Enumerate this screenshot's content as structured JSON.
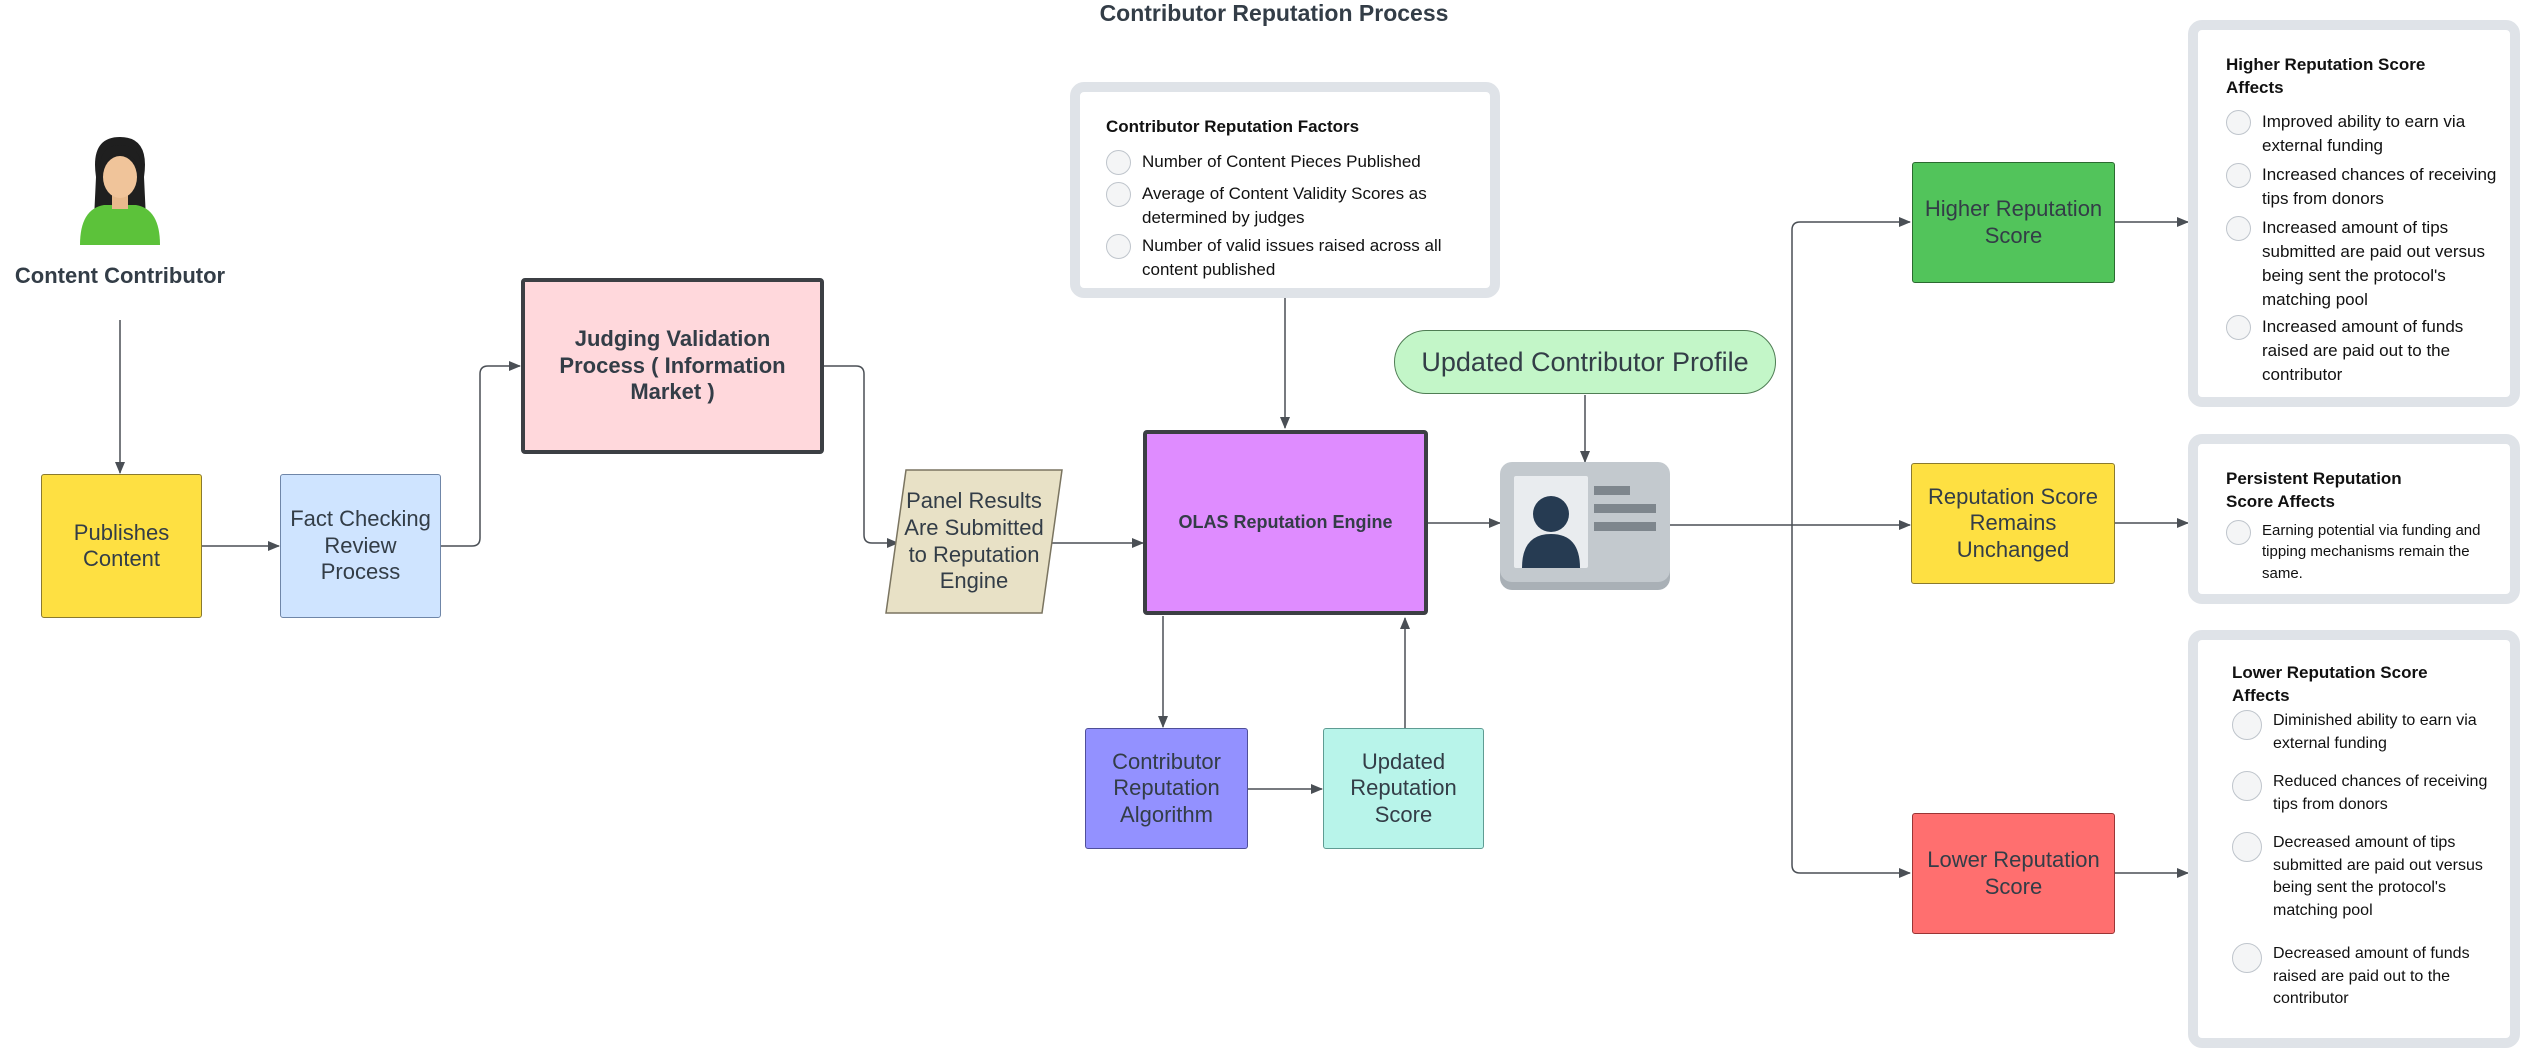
{
  "title": "Contributor Reputation Process",
  "nodes": {
    "content_contributor": "Content Contributor",
    "publishes_content": "Publishes Content",
    "fact_checking": "Fact Checking Review Process",
    "judging": "Judging Validation Process ( Information Market )",
    "panel_results": "Panel Results Are Submitted to Reputation Engine",
    "olas_engine": "OLAS Reputation Engine",
    "algorithm": "Contributor Reputation Algorithm",
    "updated_score": "Updated Reputation Score",
    "updated_profile": "Updated Contributor Profile",
    "higher_score": "Higher Reputation Score",
    "unchanged_score": "Reputation Score Remains Unchanged",
    "lower_score": "Lower Reputation Score"
  },
  "notes": {
    "factors": {
      "heading": "Contributor Reputation Factors",
      "items": [
        "Number of Content Pieces Published",
        "Average of Content Validity Scores as determined by judges",
        "Number of valid issues raised across all content published"
      ]
    },
    "higher": {
      "heading": "Higher Reputation Score Affects",
      "items": [
        "Improved ability to earn via external funding",
        "Increased chances of receiving tips from donors",
        "Increased amount of tips submitted are paid out versus being sent the protocol's matching pool",
        "Increased amount of funds raised are paid out to the contributor"
      ]
    },
    "persistent": {
      "heading": "Persistent Reputation Score Affects",
      "items": [
        "Earning potential via funding and tipping mechanisms remain the same."
      ]
    },
    "lower": {
      "heading": "Lower Reputation Score Affects",
      "items": [
        "Diminished ability to earn via external funding",
        "Reduced chances of receiving tips from donors",
        "Decreased amount of tips submitted are paid out versus being sent the protocol's matching pool",
        "Decreased amount of funds raised are paid out to the contributor"
      ]
    }
  },
  "colors": {
    "publishes": "#fee042",
    "fact_checking": "#cfe4ff",
    "judging": "#ffd8dc",
    "panel": "#e8e1c6",
    "engine": "#df8cff",
    "algorithm": "#9391ff",
    "updated_score": "#b8f4ea",
    "profile_pill": "#c3f6c8",
    "higher": "#52c45b",
    "unchanged": "#fee042",
    "lower": "#ff6f6f",
    "note_border": "#dfe3e8",
    "connector": "#4a4f55"
  },
  "icons": [
    "person-avatar-icon",
    "id-card-icon",
    "bullet-circle-icon"
  ]
}
